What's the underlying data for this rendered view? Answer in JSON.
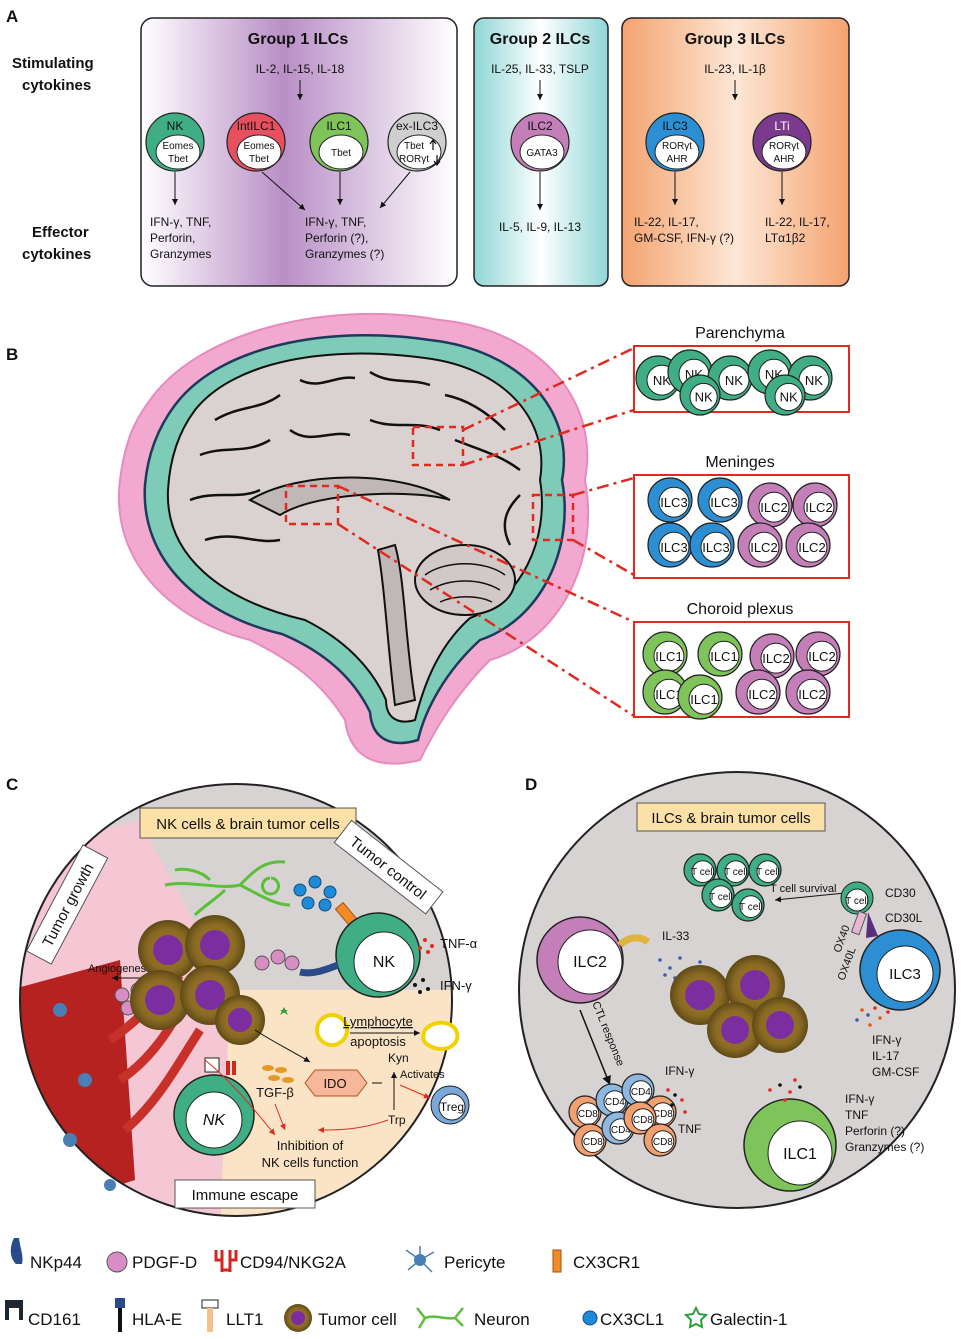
{
  "panel_a": {
    "label": "A",
    "stim_line1": "Stimulating",
    "stim_line2": "cytokines",
    "eff_line1": "Effector",
    "eff_line2": "cytokines",
    "group1": {
      "title": "Group 1 ILCs",
      "stim": "IL-2, IL-15, IL-18",
      "cells": [
        {
          "name": "NK",
          "l1": "Eomes",
          "l2": "Tbet"
        },
        {
          "name": "IntILC1",
          "l1": "Eomes",
          "l2": "Tbet"
        },
        {
          "name": "ILC1",
          "l1": "Tbet",
          "l2": ""
        },
        {
          "name": "ex-ILC3",
          "l1": "Tbet",
          "l2": "RORγt"
        }
      ],
      "eff_left": [
        "IFN-γ, TNF,",
        "Perforin,",
        "Granzymes"
      ],
      "eff_right": [
        "IFN-γ, TNF,",
        "Perforin (?),",
        "Granzymes (?)"
      ]
    },
    "group2": {
      "title": "Group 2 ILCs",
      "stim": "IL-25, IL-33, TSLP",
      "cell": {
        "name": "ILC2",
        "l1": "GATA3"
      },
      "eff": "IL-5, IL-9, IL-13"
    },
    "group3": {
      "title": "Group 3 ILCs",
      "stim": "IL-23, IL-1β",
      "cells": [
        {
          "name": "ILC3",
          "l1": "RORγt",
          "l2": "AHR"
        },
        {
          "name": "LTi",
          "l1": "RORγt",
          "l2": "AHR"
        }
      ],
      "eff_left": [
        "IL-22, IL-17,",
        "GM-CSF, IFN-γ (?)"
      ],
      "eff_right": [
        "IL-22, IL-17,",
        "LTα1β2"
      ]
    }
  },
  "panel_b": {
    "label": "B",
    "parenchyma": {
      "title": "Parenchyma",
      "cell": "NK"
    },
    "meninges": {
      "title": "Meninges",
      "cells": [
        "ILC3",
        "ILC2"
      ]
    },
    "choroid": {
      "title": "Choroid plexus",
      "cells": [
        "ILC1",
        "ILC2"
      ]
    }
  },
  "panel_c": {
    "label": "C",
    "title": "NK cells & brain tumor cells",
    "tumor_growth": "Tumor growth",
    "tumor_control": "Tumor control",
    "immune_escape": "Immune escape",
    "angiogenesis": "Angiogenesis",
    "nk": "NK",
    "tnfa": "TNF-α",
    "ifng": "IFN-γ",
    "lymph1": "Lymphocyte",
    "lymph2": "apoptosis",
    "tgfb": "TGF-β",
    "ido": "IDO",
    "kyn": "Kyn",
    "trp": "Trp",
    "activates": "Activates",
    "treg": "Treg",
    "inhib1": "Inhibition of",
    "inhib2": "NK cells function"
  },
  "panel_d": {
    "label": "D",
    "title": "ILCs & brain tumor cells",
    "tcell": "T cell",
    "tcell_survival": "T cell survival",
    "cd30": "CD30",
    "cd30l": "CD30L",
    "ox40": "OX40",
    "ox40l": "OX40L",
    "ilc2": "ILC2",
    "il33": "IL-33",
    "ctl": "CTL response",
    "ilc3": "ILC3",
    "ilc3_out": [
      "IFN-γ",
      "IL-17",
      "GM-CSF"
    ],
    "cd8": "CD8",
    "cd4": "CD4",
    "ifng": "IFN-γ",
    "tnf": "TNF",
    "ilc1": "ILC1",
    "ilc1_out": [
      "IFN-γ",
      "TNF",
      "Perforin (?)",
      "Granzymes (?)"
    ]
  },
  "legend": {
    "nkp44": "NKp44",
    "pdgfd": "PDGF-D",
    "cd94": "CD94/NKG2A",
    "pericyte": "Pericyte",
    "cx3cr1": "CX3CR1",
    "cd161": "CD161",
    "hlae": "HLA-E",
    "llt1": "LLT1",
    "tumor": "Tumor cell",
    "neuron": "Neuron",
    "cx3cl1": "CX3CL1",
    "galectin": "Galectin-1"
  },
  "colors": {
    "nk_green": "#3fae84",
    "ilc1_red": "#e8505f",
    "ilc1_green": "#7fc35b",
    "ilc2_pink": "#c47fb9",
    "ilc3_blue": "#2c8fd3",
    "lti_purple": "#7c3a8e",
    "dash_red": "#e02a20"
  }
}
